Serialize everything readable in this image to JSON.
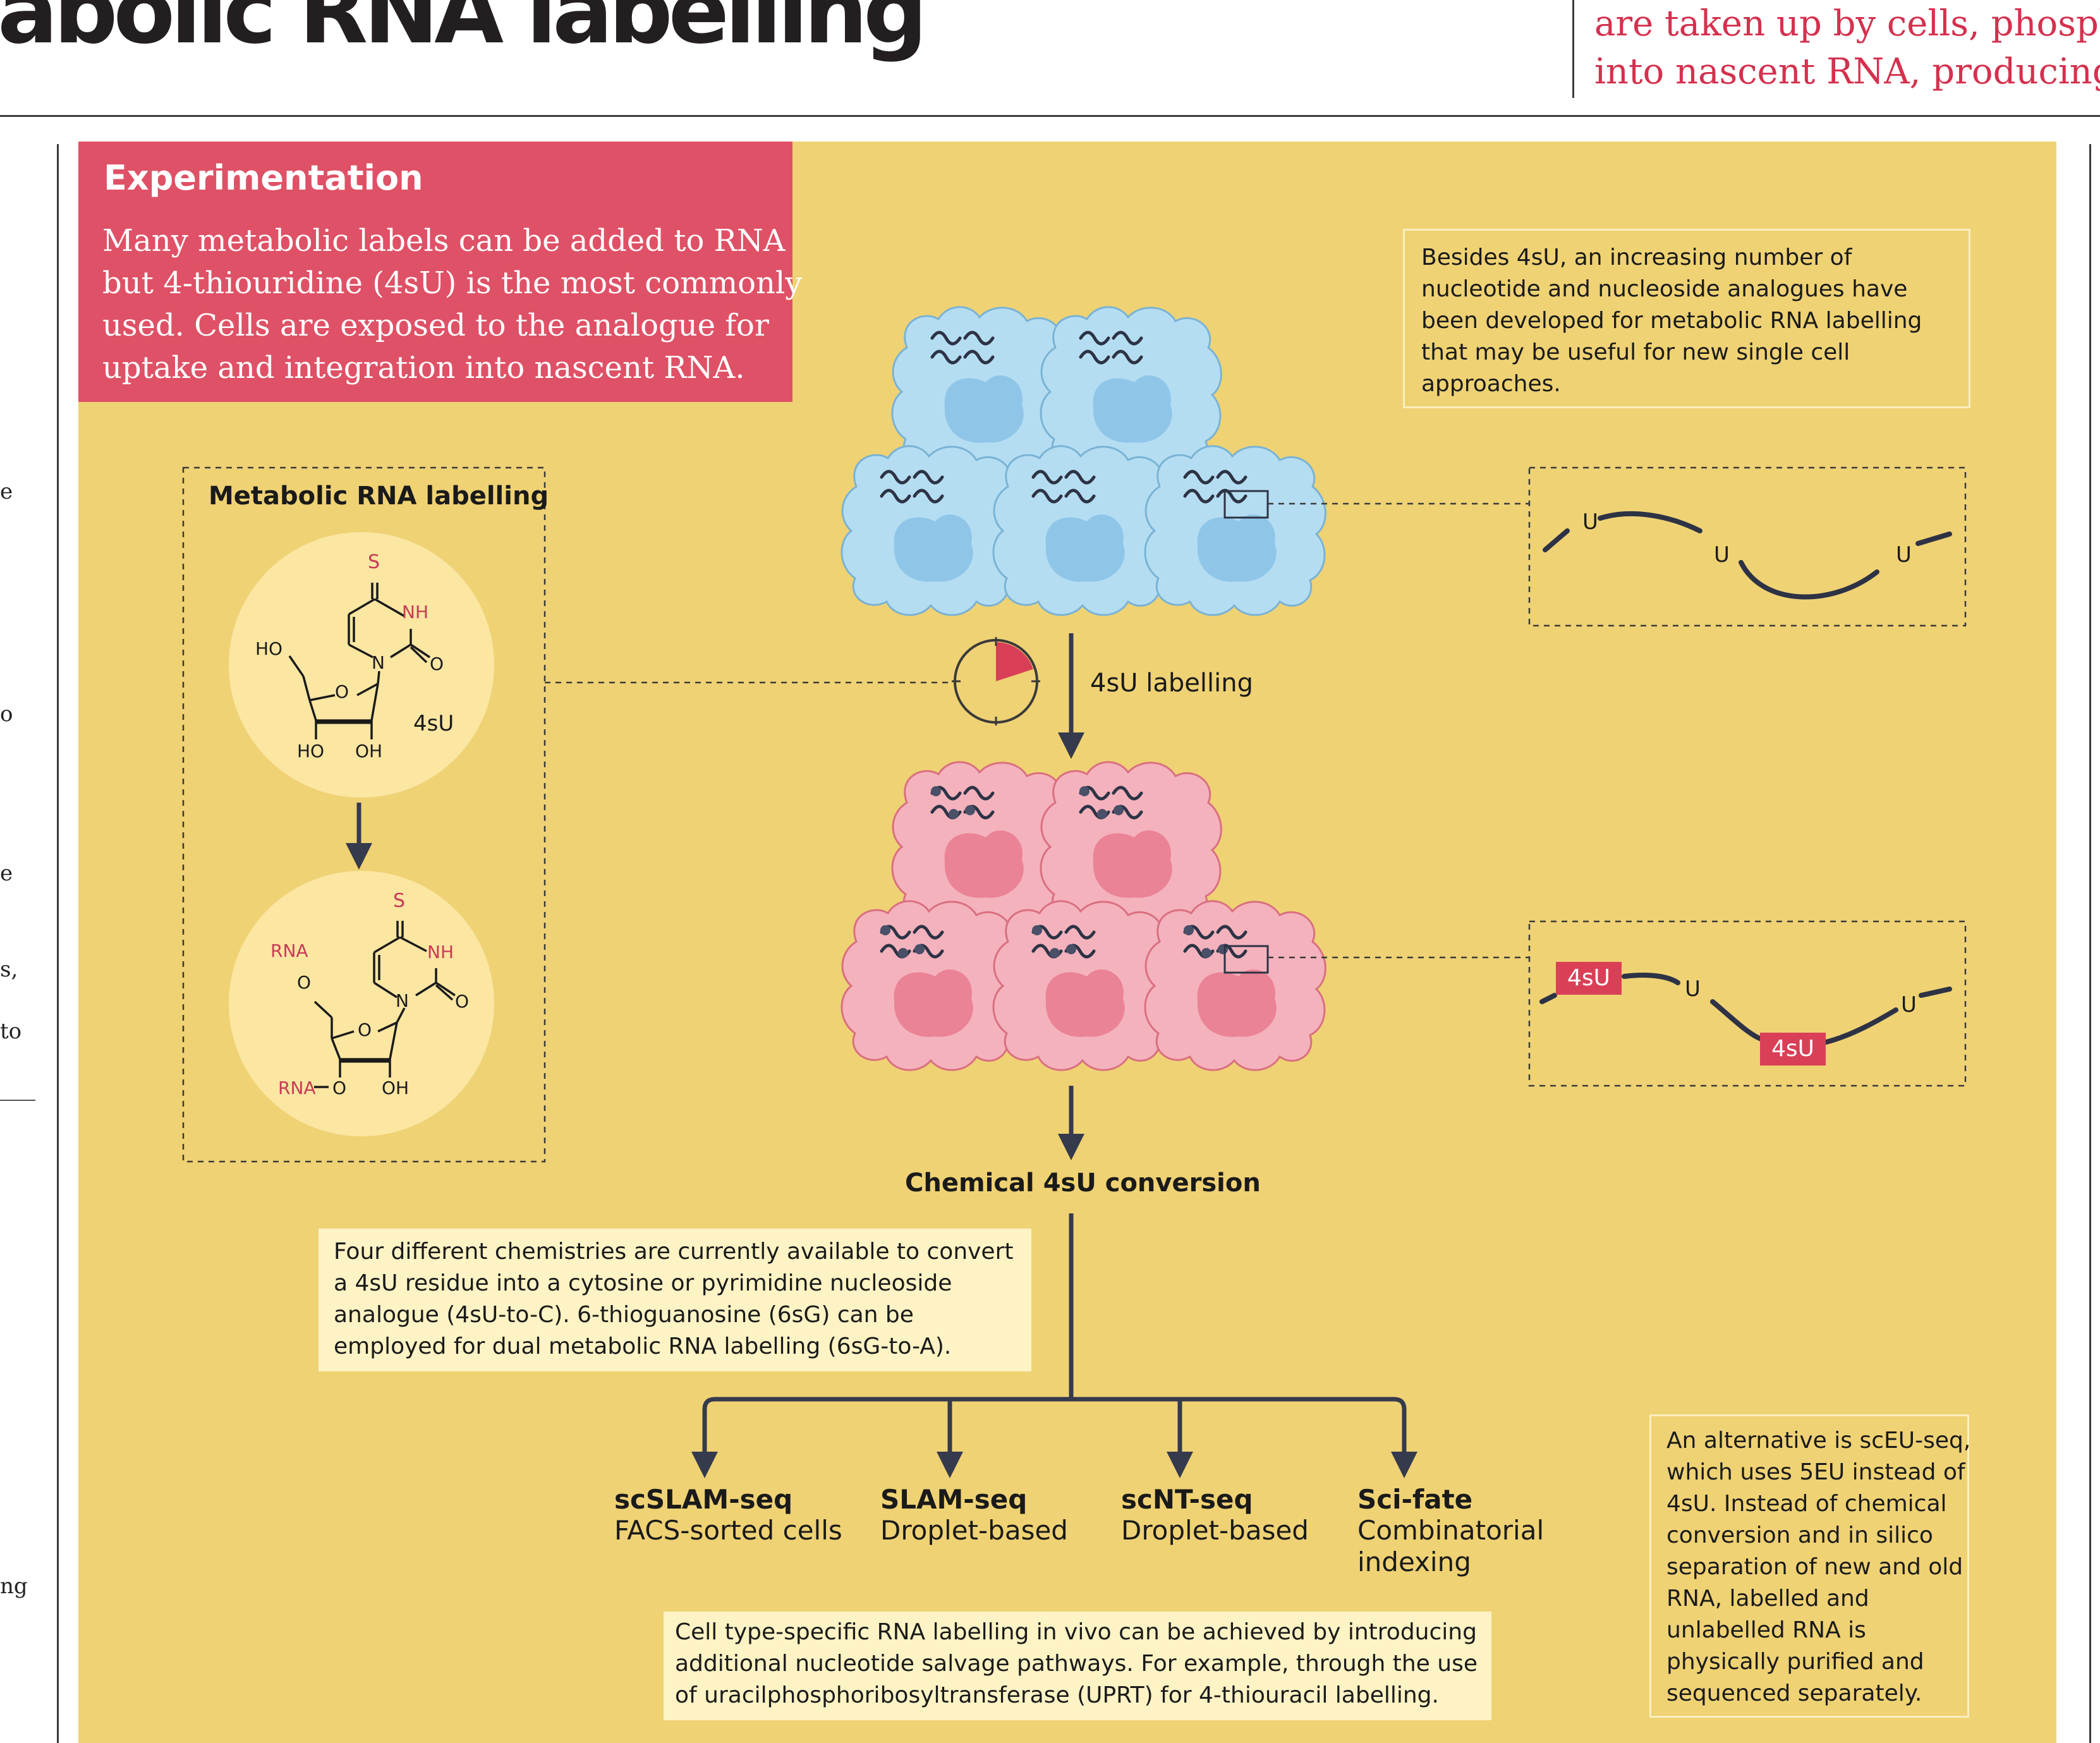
{
  "header": {
    "title": "abolic RNA labelling",
    "subtitle_lines": [
      "are taken up by cells, phosphor",
      "into nascent RNA, producing a"
    ]
  },
  "margin_fragments": [
    "e",
    "o",
    "e",
    "s,",
    "to",
    "ng"
  ],
  "experimentation": {
    "heading": "Experimentation",
    "body_lines": [
      "Many metabolic labels can be added to RNA",
      "but 4-thiouridine (4sU) is the most commonly",
      "used. Cells are exposed to the analogue for",
      "uptake and integration into nascent RNA."
    ]
  },
  "note_top": {
    "lines": [
      "Besides 4sU, an increasing number of",
      "nucleotide and nucleoside analogues have",
      "been developed for metabolic RNA labelling",
      "that may be useful for new single cell",
      "approaches."
    ]
  },
  "labelling_box": {
    "title": "Metabolic RNA labelling",
    "molecule1": {
      "S": "S",
      "NH": "NH",
      "HO": "HO",
      "N": "N",
      "O_carbonyl": "O",
      "O_ring": "O",
      "HO_bottom": "HO",
      "OH_bottom": "OH",
      "name": "4sU"
    },
    "molecule2": {
      "S": "S",
      "NH": "NH",
      "RNA_top": "RNA",
      "O_link": "O",
      "N": "N",
      "O_carbonyl": "O",
      "O_ring": "O",
      "RNA_bottom": "RNA",
      "O_bottom": "O",
      "OH_bottom": "OH"
    }
  },
  "step_label": "4sU labelling",
  "rna_top": {
    "nucleotides": [
      "U",
      "U",
      "U"
    ]
  },
  "rna_bottom": {
    "labels": [
      "4sU",
      "4sU"
    ],
    "nucleotides": [
      "U",
      "U"
    ]
  },
  "conversion": {
    "title": "Chemical 4sU conversion"
  },
  "note_chem": {
    "lines": [
      "Four different chemistries are currently available to convert",
      "a 4sU residue into a cytosine or pyrimidine nucleoside",
      "analogue (4sU-to-C). 6-thioguanosine (6sG) can be",
      "employed for dual metabolic RNA labelling (6sG-to-A)."
    ]
  },
  "methods": [
    {
      "name": "scSLAM-seq",
      "desc": [
        "FACS-sorted cells"
      ]
    },
    {
      "name": "SLAM-seq",
      "desc": [
        "Droplet-based"
      ]
    },
    {
      "name": "scNT-seq",
      "desc": [
        "Droplet-based"
      ]
    },
    {
      "name": "Sci-fate",
      "desc": [
        "Combinatorial",
        "indexing"
      ]
    }
  ],
  "note_vivo": {
    "lines": [
      "Cell type-specific RNA labelling in vivo can be achieved by introducing",
      "additional nucleotide salvage pathways. For example, through the use",
      "of uracilphosphoribosyltransferase (UPRT) for 4-thiouracil labelling."
    ]
  },
  "note_alt": {
    "lines": [
      "An alternative is scEU-seq,",
      "which uses 5EU instead of",
      "4sU. Instead of chemical",
      "conversion and in silico",
      "separation of new and old",
      "RNA, labelled and",
      "unlabelled RNA is",
      "physically purified and",
      "sequenced separately."
    ]
  },
  "colors": {
    "panel": "#efd274",
    "experiment_box": "#df5166",
    "subhead_text": "#d4314e",
    "cell_blue": "#b5ddf2",
    "nucleus_blue": "#8fc6e8",
    "cell_pink": "#f4b2bd",
    "nucleus_pink": "#ea8395",
    "arrow": "#353a4c",
    "label_red": "#d94057",
    "molecule_circle": "#fbe6a2"
  },
  "timer": {
    "fraction_elapsed": 0.2
  }
}
